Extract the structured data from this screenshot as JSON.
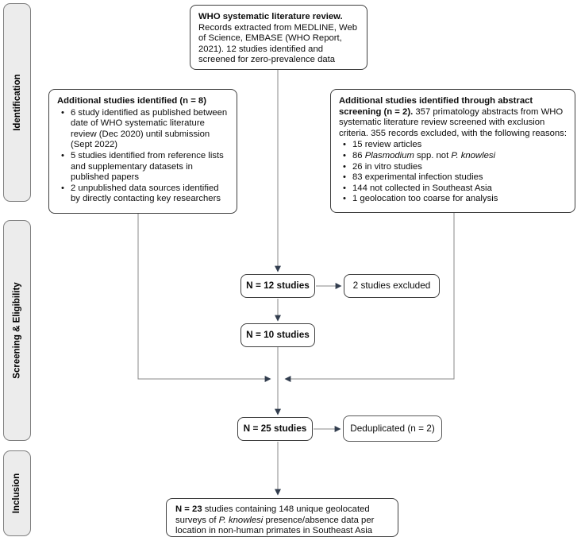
{
  "colors": {
    "background": "#ffffff",
    "box_border": "#3f3f3f",
    "connector_line": "#8a8a8a",
    "arrowhead": "#323d4e",
    "stage_fill": "#ececec",
    "stage_border": "#7f7f7f",
    "text": "#0d0d0d"
  },
  "stages": {
    "identification": "Identification",
    "screening_eligibility": "Screening & Eligibility",
    "inclusion": "Inclusion"
  },
  "boxes": {
    "who_review": {
      "title": "WHO systematic literature review.",
      "body": "Records extracted from MEDLINE, Web of Science, EMBASE (WHO Report, 2021). 12 studies identified and screened for zero-prevalence data"
    },
    "additional_identified": {
      "title": "Additional studies identified (n = 8)",
      "bullets": [
        "6 study identified as published between date of WHO systematic literature review (Dec 2020) until submission (Sept 2022)",
        "5 studies identified from reference lists and supplementary datasets in published papers",
        "2 unpublished data sources identified by directly contacting key researchers"
      ]
    },
    "abstract_screening": {
      "title": "Additional studies identified through abstract screening (n = 2).",
      "body": "357 primatology abstracts from WHO systematic literature review screened with exclusion criteria. 355 records excluded, with the following reasons:",
      "reasons": {
        "review_articles": "15 review articles",
        "plasmodium_pre": "86 ",
        "plasmodium_genus": "Plasmodium",
        "plasmodium_mid": " spp. not ",
        "plasmodium_species": "P. knowlesi",
        "in_vitro": "26 in vitro studies",
        "experimental": "83 experimental infection studies",
        "not_southeast_asia": "144 not collected in Southeast Asia",
        "geolocation": "1 geolocation too coarse for analysis"
      }
    },
    "n12": "N = 12 studies",
    "excluded": "2 studies excluded",
    "n10": "N = 10 studies",
    "n25": "N = 25 studies",
    "deduplicated": "Deduplicated (n = 2)",
    "included": {
      "n": "N = 23",
      "pre": " studies containing 148 unique geolocated surveys of ",
      "species": "P. knowlesi",
      "post": " presence/absence data per location in non-human primates in Southeast Asia"
    }
  }
}
